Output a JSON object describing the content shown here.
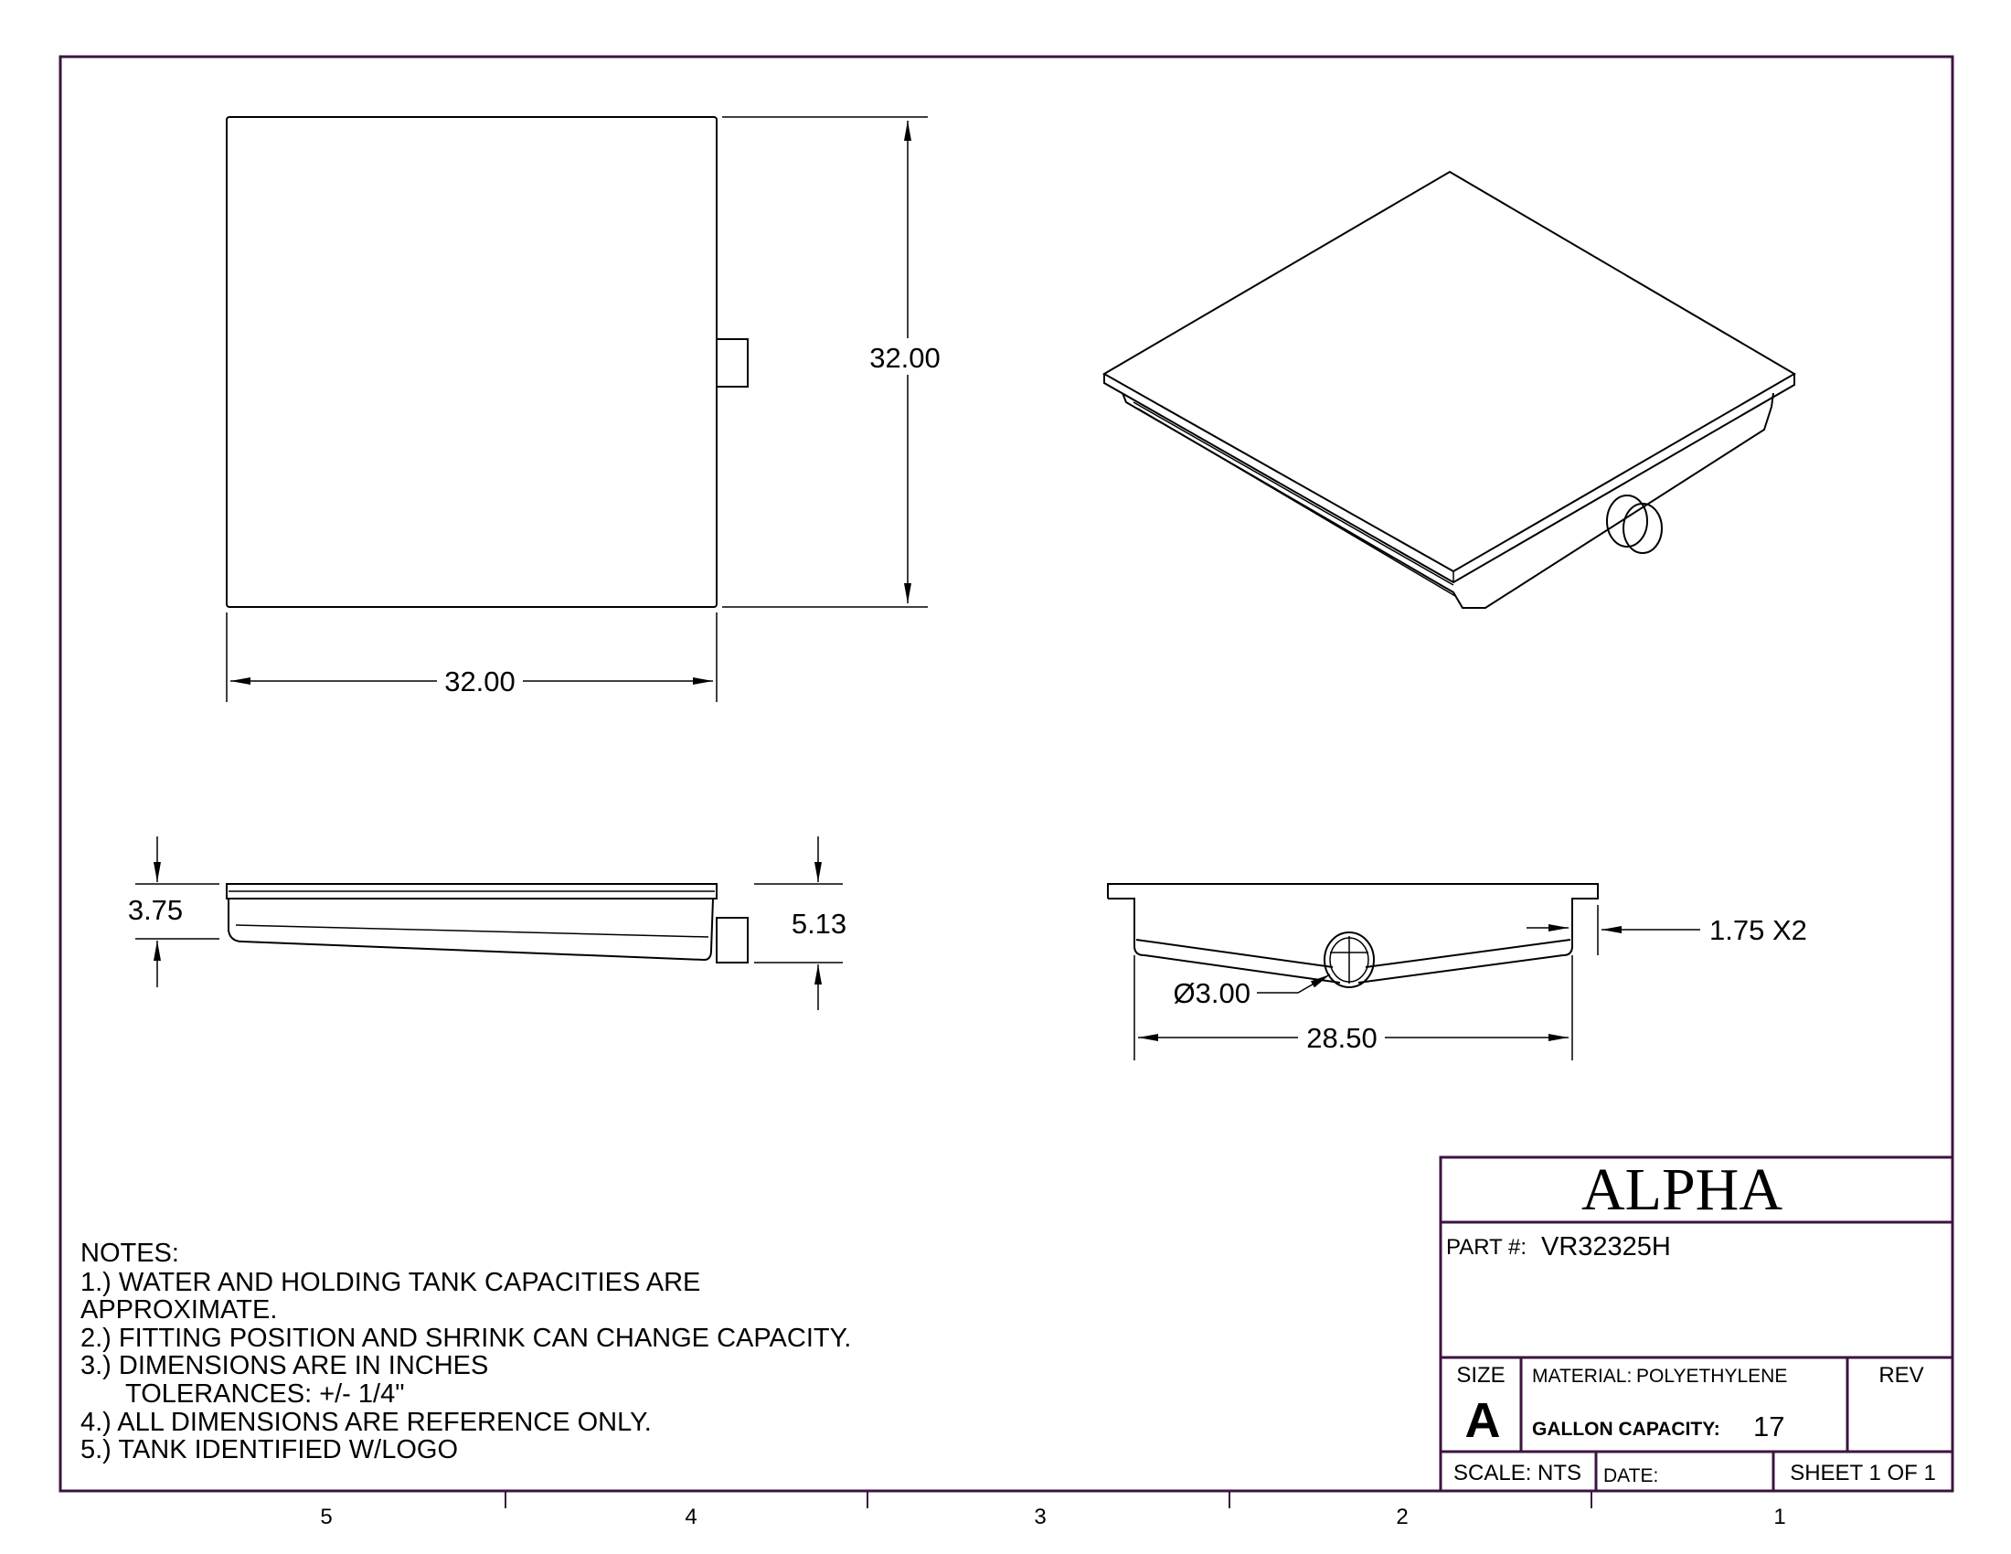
{
  "colors": {
    "frame": "#3d1440",
    "line": "#000000"
  },
  "zones": [
    "5",
    "4",
    "3",
    "2",
    "1"
  ],
  "top_view": {
    "width_dim": "32.00",
    "height_dim": "32.00"
  },
  "side_view": {
    "left_dim": "3.75",
    "right_dim": "5.13"
  },
  "end_view": {
    "width_dim": "28.50",
    "diameter_dim": "Ø3.00",
    "lip_dim": "1.75 X2"
  },
  "notes": {
    "title": "NOTES:",
    "lines": [
      "1.) WATER AND HOLDING TANK CAPACITIES ARE",
      "APPROXIMATE.",
      "2.) FITTING POSITION AND SHRINK CAN CHANGE CAPACITY.",
      "3.) DIMENSIONS ARE IN INCHES",
      "TOLERANCES: +/- 1/4\"",
      "4.) ALL DIMENSIONS ARE REFERENCE ONLY.",
      "5.) TANK IDENTIFIED W/LOGO"
    ]
  },
  "title_block": {
    "company": "ALPHA",
    "part_label": "PART  #:",
    "part_number": "VR32325H",
    "size_label": "SIZE",
    "size": "A",
    "material_label": "MATERIAL:",
    "material": "POLYETHYLENE",
    "rev_label": "REV",
    "capacity_label": "GALLON CAPACITY:",
    "capacity": "17",
    "scale": "SCALE: NTS",
    "date_label": "DATE:",
    "sheet": "SHEET 1 OF 1"
  }
}
